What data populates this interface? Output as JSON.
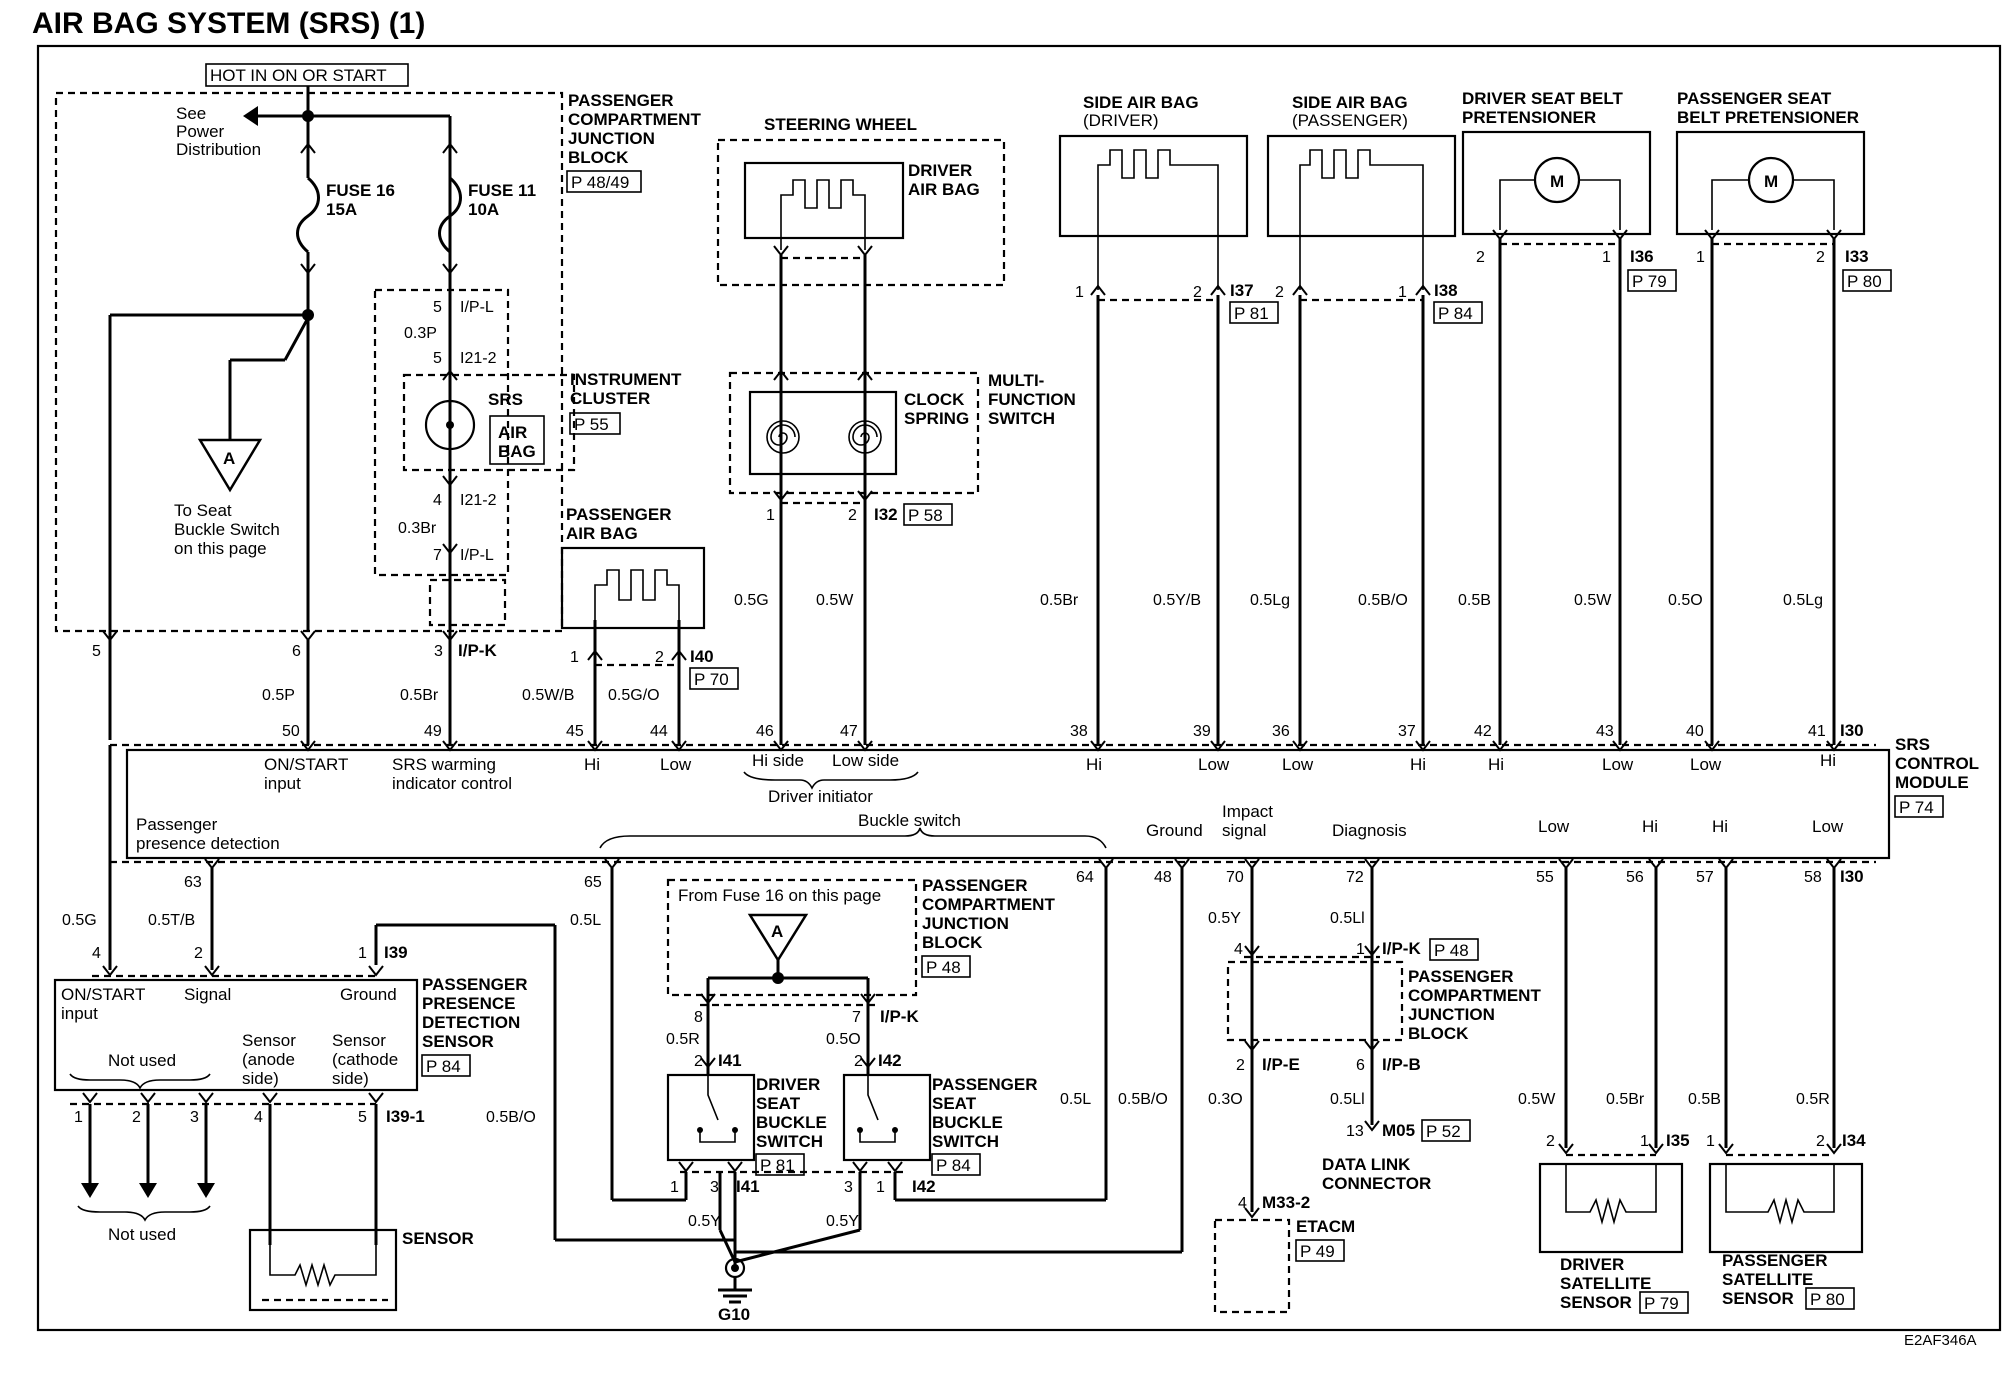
{
  "title": "AIR BAG SYSTEM (SRS) (1)",
  "figure_code": "E2AF346A",
  "hot_label": "HOT IN ON OR START",
  "power": {
    "see": "See",
    "power": "Power",
    "distribution": "Distribution"
  },
  "fuses": {
    "f16_name": "FUSE 16",
    "f16_amp": "15A",
    "f11_name": "FUSE 11",
    "f11_amp": "10A"
  },
  "pcjb": {
    "l1": "PASSENGER",
    "l2": "COMPARTMENT",
    "l3": "JUNCTION",
    "l4": "BLOCK",
    "ref": "P 48/49"
  },
  "steering_wheel": "STEERING WHEEL",
  "driver_air_bag": {
    "l1": "DRIVER",
    "l2": "AIR BAG"
  },
  "clock_spring": {
    "l1": "CLOCK",
    "l2": "SPRING"
  },
  "multi_function": {
    "l1": "MULTI-",
    "l2": "FUNCTION",
    "l3": "SWITCH"
  },
  "side_air_bag_driver": {
    "l1": "SIDE  AIR BAG",
    "l2": "(DRIVER)"
  },
  "side_air_bag_passenger": {
    "l1": "SIDE AIR BAG",
    "l2": "(PASSENGER)"
  },
  "driver_pretensioner": {
    "l1": "DRIVER  SEAT BELT",
    "l2": "PRETENSIONER"
  },
  "passenger_pretensioner": {
    "l1": "PASSENGER SEAT",
    "l2": "BELT PRETENSIONER"
  },
  "motor_symbol": "M",
  "instrument_cluster": {
    "l1": "INSTRUMENT",
    "l2": "CLUSTER",
    "ref": "P 55",
    "srs": "SRS",
    "air": "AIR",
    "bag": "BAG"
  },
  "passenger_air_bag": {
    "l1": "PASSENGER",
    "l2": "AIR BAG"
  },
  "seat_buckle_note": {
    "l1": "To Seat",
    "l2": "Buckle Switch",
    "l3": "on this page"
  },
  "triangle_mark": "A",
  "connectors": {
    "i37": "I37",
    "p81": "P 81",
    "i38": "I38",
    "p84": "P 84",
    "i36": "I36",
    "p79": "P 79",
    "i33": "I33",
    "p80": "P 80",
    "i32": "I32",
    "p58": "P 58",
    "i40": "I40",
    "p70": "P 70",
    "i30": "I30",
    "p74": "P 74",
    "i39": "I39",
    "i39_1": "I39-1",
    "i41": "I41",
    "i42": "I42",
    "i35": "I35",
    "i34": "I34",
    "m05": "M05",
    "p52": "P 52",
    "m33_2": "M33-2",
    "p49": "P 49",
    "p48": "P 48",
    "ip_l": "I/P-L",
    "ip_k": "I/P-K",
    "ip_e": "I/P-E",
    "ip_b": "I/P-B",
    "i21_2": "I21-2"
  },
  "wires": {
    "w03p": "0.3P",
    "w03br": "0.3Br",
    "w05p": "0.5P",
    "w05br": "0.5Br",
    "w05wb": "0.5W/B",
    "w05go": "0.5G/O",
    "w05g": "0.5G",
    "w05w": "0.5W",
    "w05yb": "0.5Y/B",
    "w05lg": "0.5Lg",
    "w05bo": "0.5B/O",
    "w05b": "0.5B",
    "w05o": "0.5O",
    "w05tb": "0.5T/B",
    "w05l": "0.5L",
    "w05r": "0.5R",
    "w05y": "0.5Y",
    "w05li": "0.5Ll",
    "w03o": "0.3O"
  },
  "srs_module": {
    "l1": "SRS",
    "l2": "CONTROL",
    "l3": "MODULE",
    "on_start": "ON/START",
    "input": "input",
    "warn1": "SRS warming",
    "warn2": "indicator control",
    "hi": "Hi",
    "low": "Low",
    "hi_side": "Hi side",
    "low_side": "Low side",
    "driver_initiator": "Driver initiator",
    "ppd1": "Passenger",
    "ppd2": "presence detection",
    "buckle": "Buckle switch",
    "ground": "Ground",
    "impact1": "Impact",
    "impact2": "signal",
    "diagnosis": "Diagnosis"
  },
  "ppds": {
    "l1": "PASSENGER",
    "l2": "PRESENCE",
    "l3": "DETECTION",
    "l4": "SENSOR",
    "on_start": "ON/START",
    "input": "input",
    "signal": "Signal",
    "ground": "Ground",
    "not_used": "Not used",
    "sensor": "Sensor",
    "anode1": "(anode",
    "anode2": "side)",
    "cathode1": "(cathode",
    "cathode2": "side)"
  },
  "sensor_label": "SENSOR",
  "from_fuse": "From Fuse 16 on this page",
  "driver_buckle": {
    "l1": "DRIVER",
    "l2": "SEAT",
    "l3": "BUCKLE",
    "l4": "SWITCH"
  },
  "passenger_buckle": {
    "l1": "PASSENGER",
    "l2": "SEAT",
    "l3": "BUCKLE",
    "l4": "SWITCH"
  },
  "ground_g10": "G10",
  "data_link": {
    "l1": "DATA LINK",
    "l2": "CONNECTOR"
  },
  "etacm": "ETACM",
  "driver_sat": {
    "l1": "DRIVER",
    "l2": "SATELLITE",
    "l3": "SENSOR"
  },
  "passenger_sat": {
    "l1": "PASSENGER",
    "l2": "SATELLITE",
    "l3": "SENSOR"
  },
  "pins": {
    "p1": "1",
    "p2": "2",
    "p3": "3",
    "p4": "4",
    "p5": "5",
    "p6": "6",
    "p7": "7",
    "p8": "8",
    "p13": "13",
    "p36": "36",
    "p37": "37",
    "p38": "38",
    "p39": "39",
    "p40": "40",
    "p41": "41",
    "p42": "42",
    "p43": "43",
    "p44": "44",
    "p45": "45",
    "p46": "46",
    "p47": "47",
    "p48": "48",
    "p49": "49",
    "p50": "50",
    "p55": "55",
    "p56": "56",
    "p57": "57",
    "p58": "58",
    "p63": "63",
    "p64": "64",
    "p65": "65",
    "p70": "70",
    "p72": "72"
  }
}
